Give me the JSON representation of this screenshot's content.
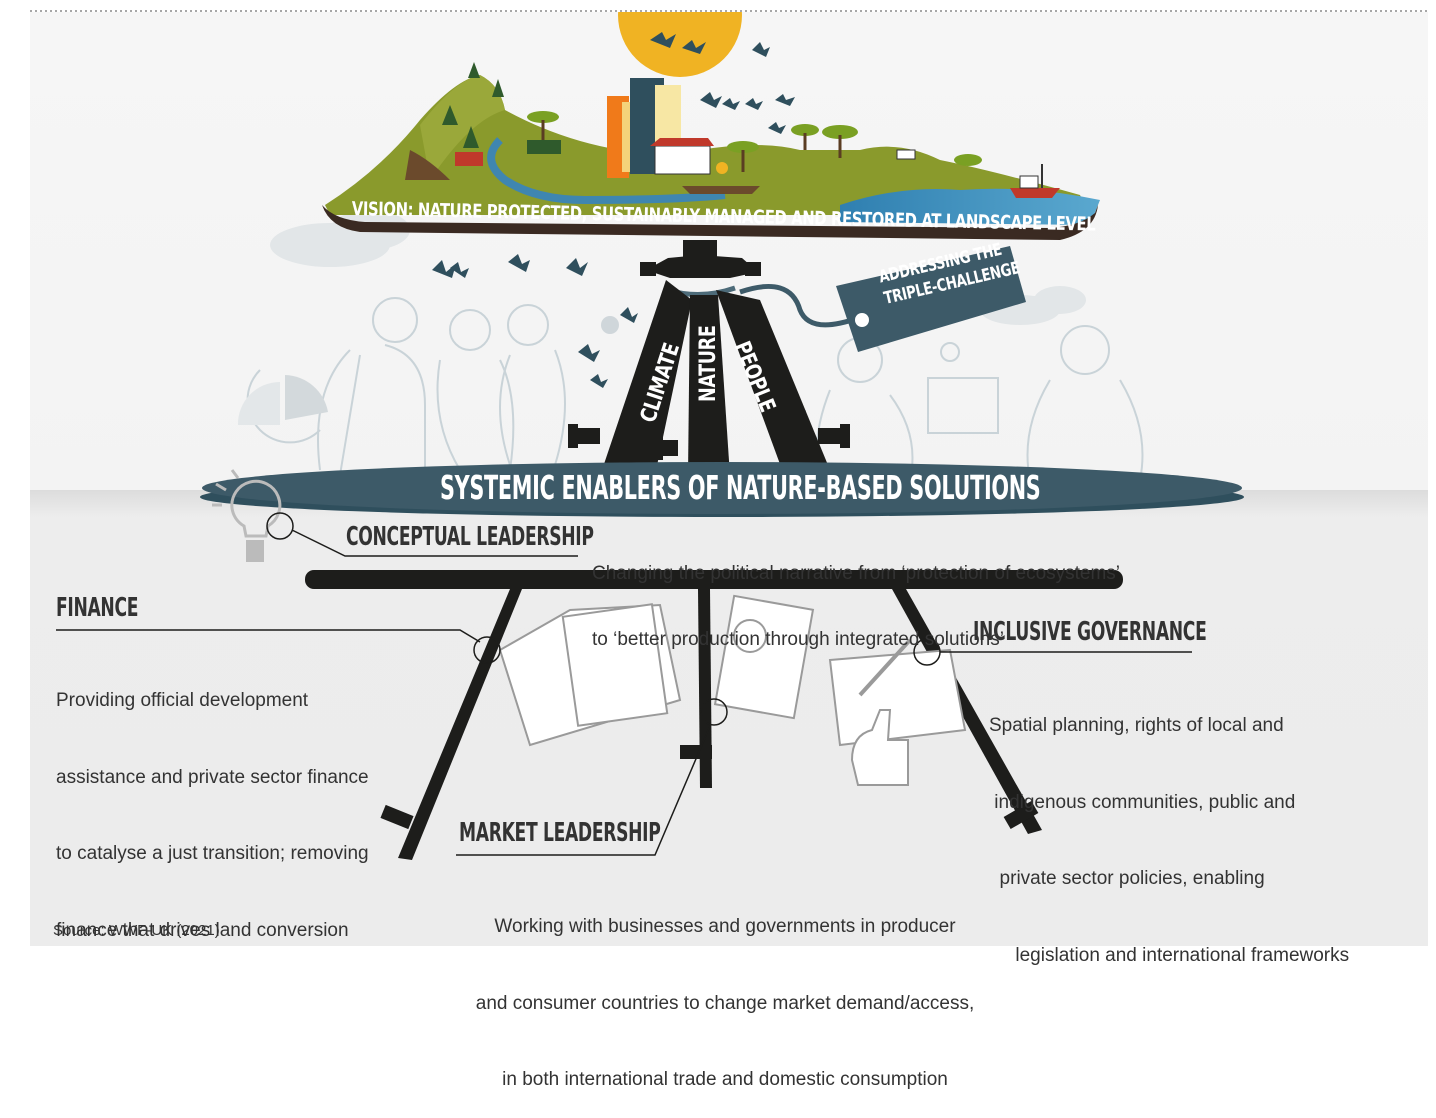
{
  "vision": "VISION: NATURE PROTECTED, SUSTAINABLY MANAGED AND RESTORED AT LANDSCAPE LEVEL",
  "triple_challenge_tag": [
    "ADDRESSING THE",
    "TRIPLE-CHALLENGE"
  ],
  "legs": [
    "CLIMATE",
    "NATURE",
    "PEOPLE"
  ],
  "systemic_enablers": "SYSTEMIC ENABLERS OF NATURE-BASED SOLUTIONS",
  "conceptual_leadership": {
    "heading": "CONCEPTUAL LEADERSHIP",
    "lines": [
      "Changing the political narrative from ‘protection of ecosystems’",
      "to ‘better production through integrated solutions’"
    ]
  },
  "finance": {
    "heading": "FINANCE",
    "lines": [
      "Providing official development",
      "assistance and private sector finance",
      "to catalyse a just transition; removing",
      "finance that drives land conversion"
    ]
  },
  "inclusive_governance": {
    "heading": "INCLUSIVE GOVERNANCE",
    "lines": [
      "Spatial planning, rights of local and",
      " indigenous communities, public and",
      "  private sector policies, enabling",
      "     legislation and international frameworks"
    ]
  },
  "market_leadership": {
    "heading": "MARKET LEADERSHIP",
    "lines": [
      "Working with businesses and governments in producer",
      "and consumer countries to change market demand/access,",
      "in both international trade and domestic consumption"
    ]
  },
  "source": "Source: WWF-UK (2021)",
  "colors": {
    "dark": "#1d1d1b",
    "teal": "#3d5a68",
    "sun": "#f0b323",
    "grass": "#8a9a2c",
    "water": "#3f86b0",
    "background_grey": "#ececec"
  }
}
